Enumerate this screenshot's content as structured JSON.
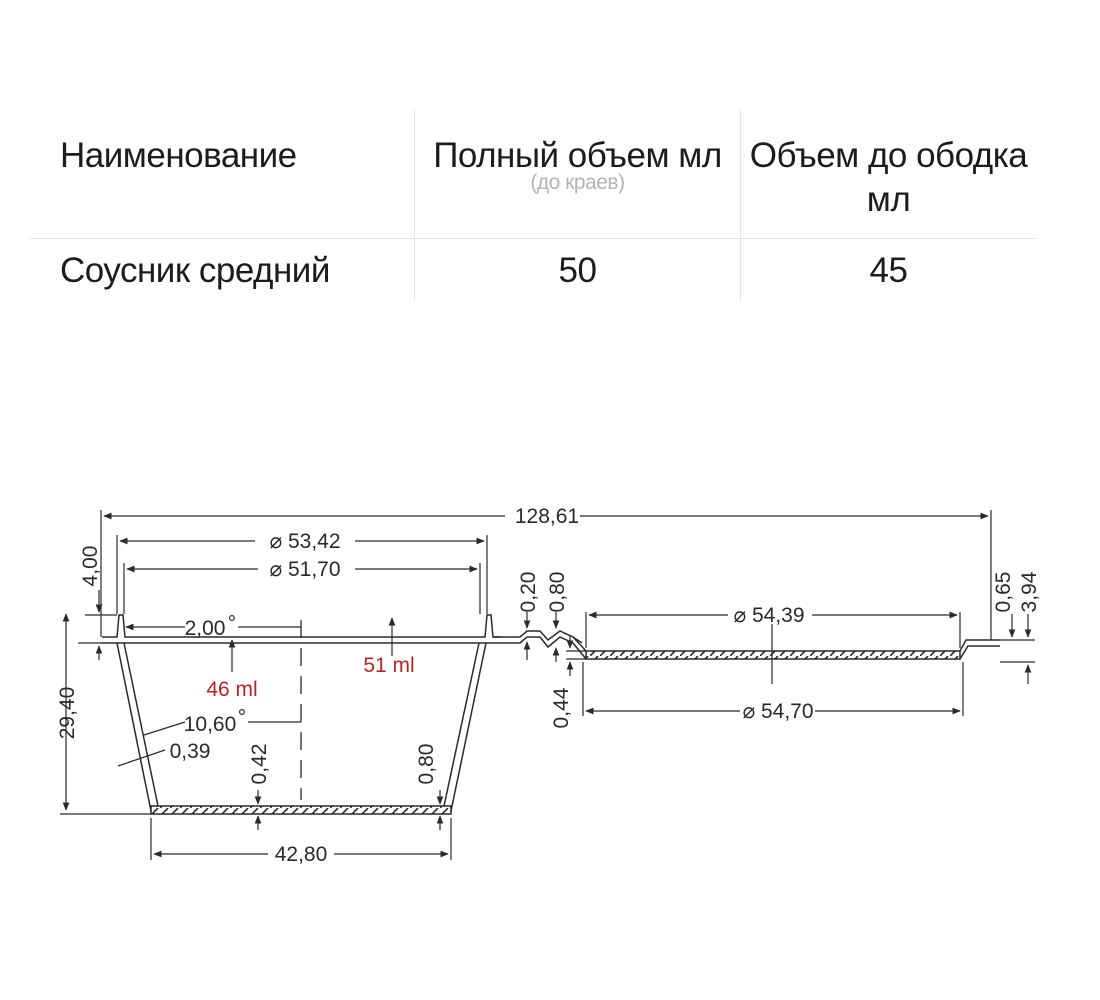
{
  "table": {
    "headers": {
      "name": "Наименование",
      "full_volume": "Полный объем мл",
      "full_volume_note": "(до краев)",
      "rim_volume": "Объем до ободка мл"
    },
    "rows": [
      {
        "name": "Соусник средний",
        "full_volume": "50",
        "rim_volume": "45"
      }
    ]
  },
  "drawing": {
    "overall_length": "128,61",
    "diam_top_outer": "⌀ 53,42",
    "diam_top_inner": "⌀ 51,70",
    "rim_height": "4,00",
    "rim_width": "2,00",
    "height": "29,40",
    "wall_angle": "10,60",
    "wall_thickness": "0,39",
    "bottom_thickness_inner": "0,42",
    "bottom_thickness_outer": "0,80",
    "bottom_length": "42,80",
    "volume_46": "46 ml",
    "volume_51": "51 ml",
    "handle_thickness_1": "0,20",
    "handle_thickness_2": "0,80",
    "lid_diam_top": "⌀ 54,39",
    "lid_diam_bottom": "⌀ 54,70",
    "lid_thickness": "0,44",
    "lid_rim_1": "0,65",
    "lid_rim_2": "3,94",
    "degree_mark": "°"
  },
  "colors": {
    "annotation_red": "#b3262a",
    "line": "#2a2a2a",
    "grid": "#e4e4e4"
  }
}
